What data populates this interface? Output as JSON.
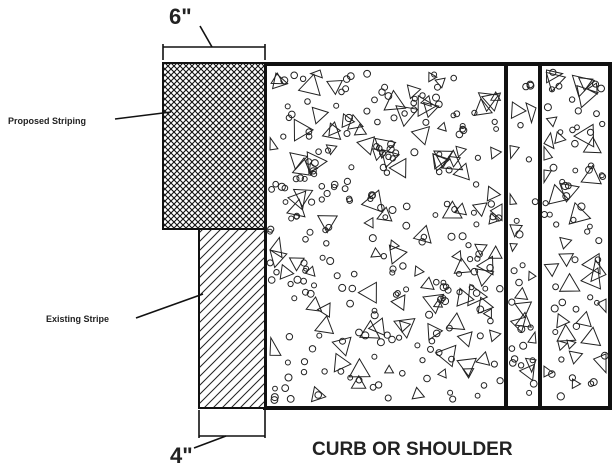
{
  "dimensions": {
    "top_width": "6\"",
    "bottom_width": "4\""
  },
  "labels": {
    "proposed": "Proposed Striping",
    "existing": "Existing Stripe",
    "caption": "CURB OR SHOULDER"
  }
}
